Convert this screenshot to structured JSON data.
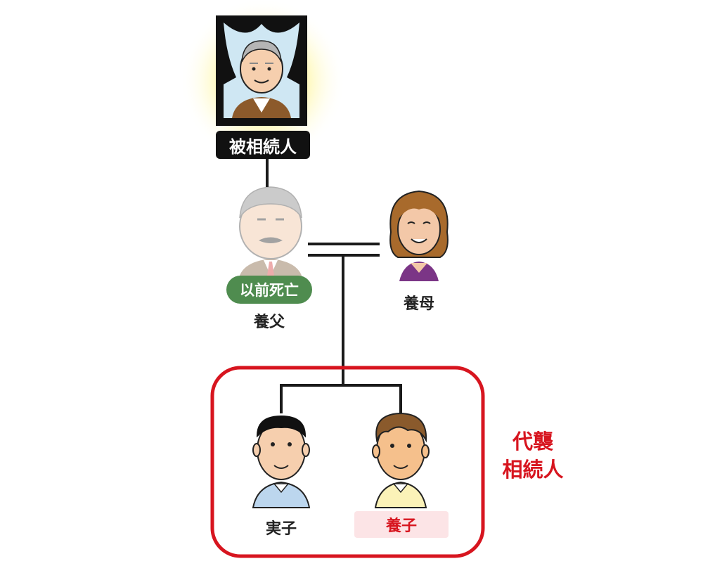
{
  "labels": {
    "deceased": "被相続人",
    "previously_deceased": "以前死亡",
    "adoptive_father": "養父",
    "adoptive_mother": "養母",
    "biological_child": "実子",
    "adopted_child": "養子",
    "representative_heir_line1": "代襲",
    "representative_heir_line2": "相続人"
  },
  "colors": {
    "line": "#1a1a1a",
    "highlight_red": "#d7151f",
    "green_badge": "#4f8c4f",
    "pink_badge": "#fce4e6",
    "deceased_badge": "#111111",
    "glow": "#fff36a"
  },
  "icons": {
    "deceased": "memorial-portrait-icon",
    "adoptive_father": "faded-man-icon",
    "adoptive_mother": "woman-icon",
    "biological_child": "boy-icon",
    "adopted_child": "boy-icon"
  }
}
